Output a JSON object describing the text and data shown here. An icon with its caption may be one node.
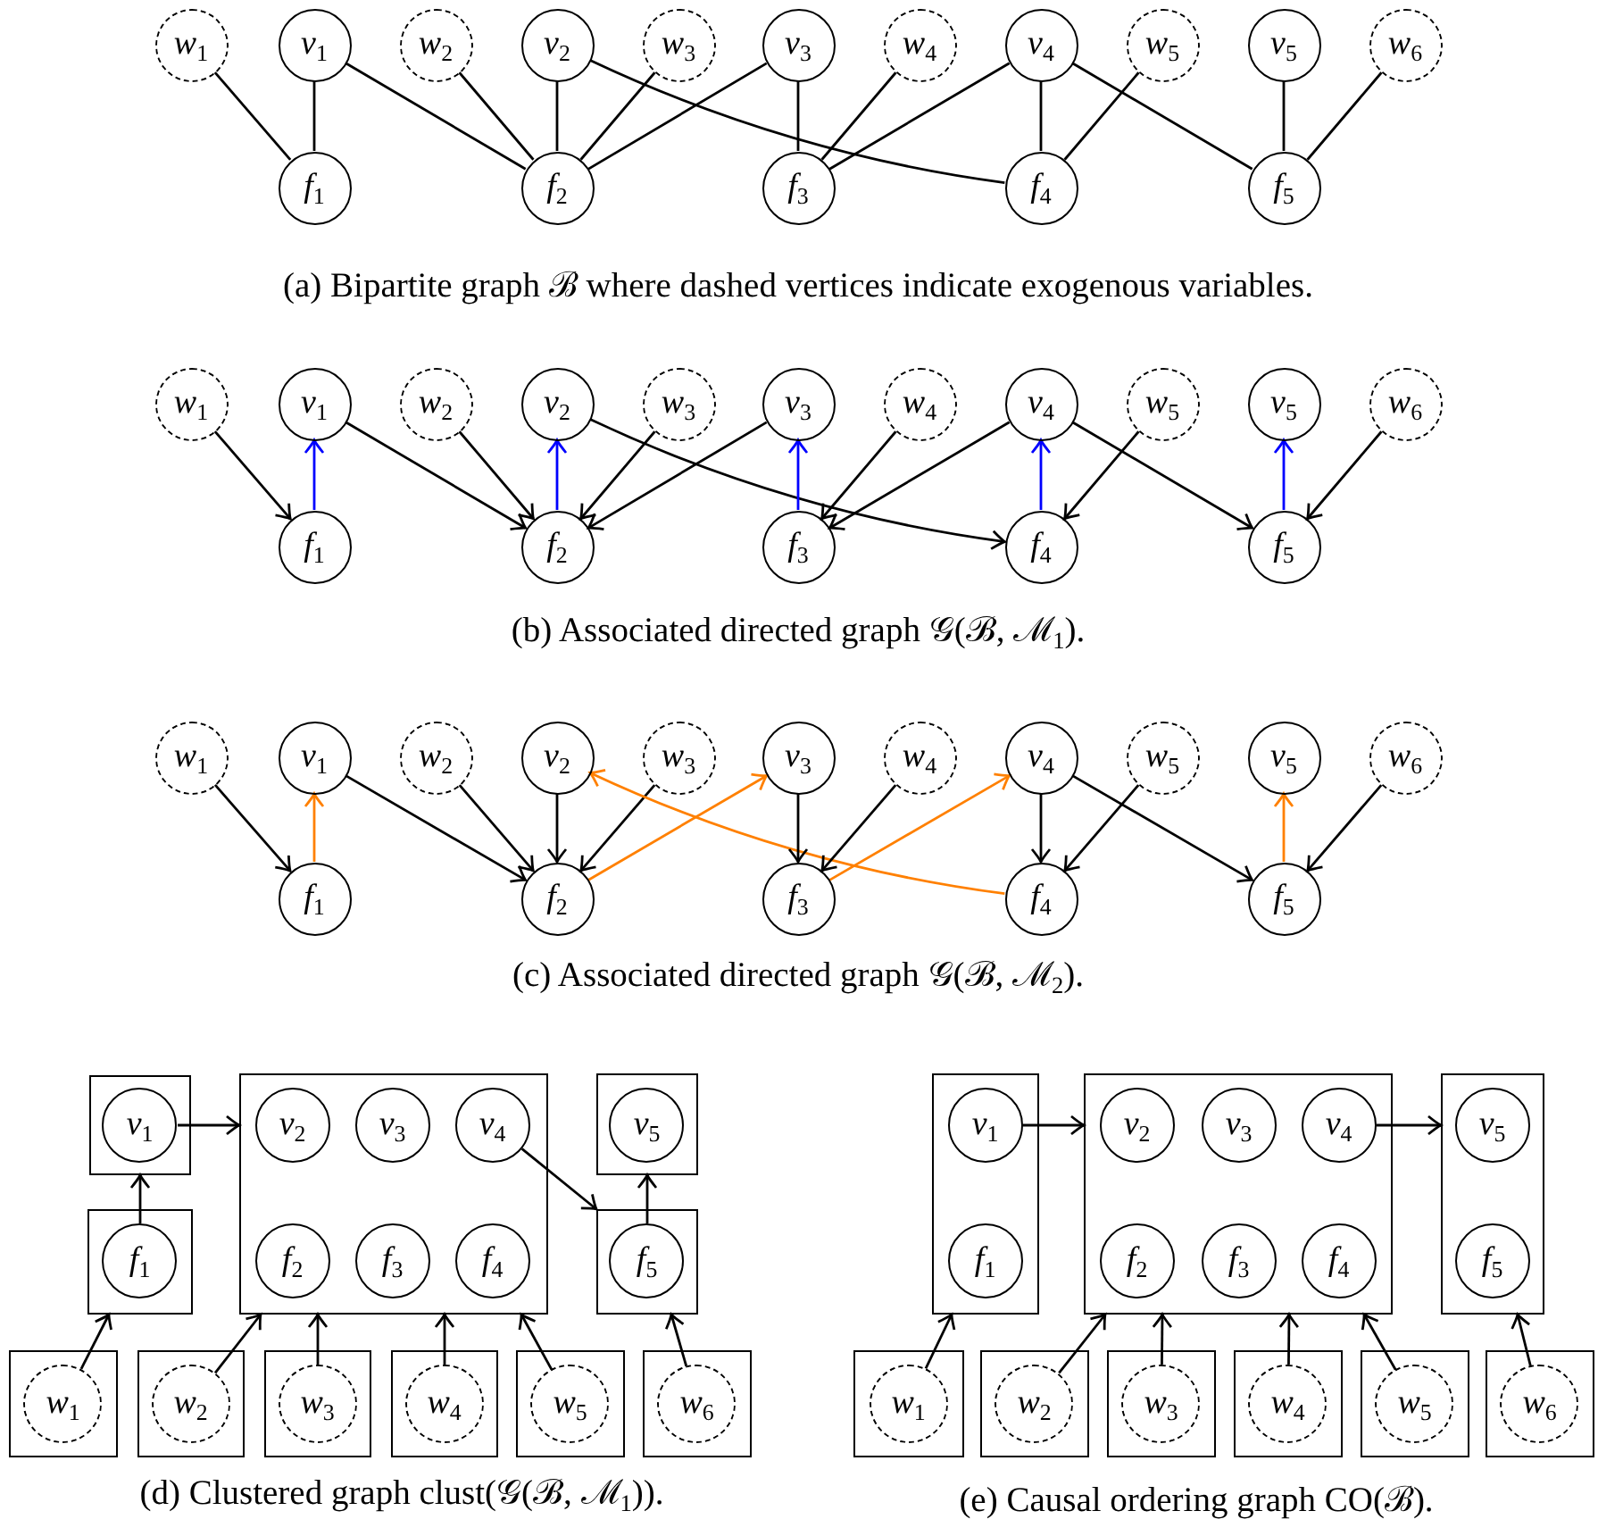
{
  "diagram": {
    "nodes": [
      {
        "text": [
          "w$_{1}$"
        ]
      },
      {
        "text": [
          "v$_{1}$"
        ]
      },
      {
        "text": [
          "w$_{2}$"
        ]
      },
      {
        "text": [
          "v$_{2}$"
        ]
      },
      {
        "text": [
          "w$_{3}$"
        ]
      },
      {
        "text": [
          "v$_{3}$"
        ]
      },
      {
        "text": [
          "w$_{4}$"
        ]
      },
      {
        "text": [
          "v$_{4}$"
        ]
      },
      {
        "text": [
          "w$_{5}$"
        ]
      },
      {
        "text": [
          "v$_{5}$"
        ]
      },
      {
        "text": [
          "w$_{6}$"
        ]
      },
      {
        "text": [
          "f$_{1}$"
        ]
      },
      {
        "text": [
          "f$_{2}$"
        ]
      },
      {
        "text": [
          "f$_{3}$"
        ]
      },
      {
        "text": [
          "f$_{4}$"
        ]
      },
      {
        "text": [
          "f$_{5}$"
        ]
      },
      {
        "text": [
          "w$_{1}$"
        ]
      },
      {
        "text": [
          "v$_{1}$"
        ]
      },
      {
        "text": [
          "w$_{2}$"
        ]
      },
      {
        "text": [
          "v$_{2}$"
        ]
      },
      {
        "text": [
          "w$_{3}$"
        ]
      },
      {
        "text": [
          "v$_{3}$"
        ]
      },
      {
        "text": [
          "w$_{4}$"
        ]
      },
      {
        "text": [
          "v$_{4}$"
        ]
      },
      {
        "text": [
          "w$_{5}$"
        ]
      },
      {
        "text": [
          "v$_{5}$"
        ]
      },
      {
        "text": [
          "w$_{6}$"
        ]
      },
      {
        "text": [
          "f$_{1}$"
        ]
      },
      {
        "text": [
          "f$_{2}$"
        ]
      },
      {
        "text": [
          "f$_{3}$"
        ]
      },
      {
        "text": [
          "f$_{4}$"
        ]
      },
      {
        "text": [
          "f$_{5}$"
        ]
      },
      {
        "text": [
          "w$_{1}$"
        ]
      },
      {
        "text": [
          "v$_{1}$"
        ]
      },
      {
        "text": [
          "w$_{2}$"
        ]
      },
      {
        "text": [
          "v$_{2}$"
        ]
      },
      {
        "text": [
          "w$_{3}$"
        ]
      },
      {
        "text": [
          "v$_{3}$"
        ]
      },
      {
        "text": [
          "w$_{4}$"
        ]
      },
      {
        "text": [
          "v$_{4}$"
        ]
      },
      {
        "text": [
          "w$_{5}$"
        ]
      },
      {
        "text": [
          "v$_{5}$"
        ]
      },
      {
        "text": [
          "w$_{6}$"
        ]
      },
      {
        "text": [
          "f$_{1}$"
        ]
      },
      {
        "text": [
          "f$_{2}$"
        ]
      },
      {
        "text": [
          "f$_{3}$"
        ]
      },
      {
        "text": [
          "f$_{4}$"
        ]
      },
      {
        "text": [
          "f$_{5}$"
        ]
      },
      {
        "text": [],
        "shape": "box"
      },
      {
        "text": [
          "v$_{1}$"
        ],
        "in": 48
      },
      {
        "text": [],
        "shape": "box"
      },
      {
        "text": [
          "v$_{2}$"
        ],
        "in": 50
      },
      {
        "text": [
          "v$_{3}$"
        ],
        "in": 50
      },
      {
        "text": [
          "v$_{4}$"
        ],
        "in": 50
      },
      {
        "text": [
          "f$_{2}$"
        ],
        "in": 50
      },
      {
        "text": [
          "f$_{3}$"
        ],
        "in": 50
      },
      {
        "text": [
          "f$_{4}$"
        ],
        "in": 50
      },
      {
        "text": [],
        "shape": "box"
      },
      {
        "text": [
          "v$_{5}$"
        ],
        "in": 57
      },
      {
        "text": [],
        "shape": "box"
      },
      {
        "text": [
          "f$_{1}$"
        ],
        "in": 59
      },
      {
        "text": [],
        "shape": "box"
      },
      {
        "text": [
          "f$_{5}$"
        ],
        "in": 61
      },
      {
        "text": [],
        "shape": "box"
      },
      {
        "text": [
          "w$_{1}$"
        ],
        "in": 63
      },
      {
        "text": [],
        "shape": "box"
      },
      {
        "text": [
          "w$_{2}$"
        ],
        "in": 65
      },
      {
        "text": [],
        "shape": "box"
      },
      {
        "text": [
          "w$_{3}$"
        ],
        "in": 67
      },
      {
        "text": [],
        "shape": "box"
      },
      {
        "text": [
          "w$_{4}$"
        ],
        "in": 69
      },
      {
        "text": [],
        "shape": "box"
      },
      {
        "text": [
          "w$_{5}$"
        ],
        "in": 71
      },
      {
        "text": [],
        "shape": "box"
      },
      {
        "text": [
          "w$_{6}$"
        ],
        "in": 73
      },
      {
        "text": [],
        "shape": "box"
      },
      {
        "text": [
          "v$_{1}$"
        ],
        "in": 75
      },
      {
        "text": [
          "f$_{1}$"
        ],
        "in": 75
      },
      {
        "text": [],
        "shape": "box"
      },
      {
        "text": [
          "v$_{2}$"
        ],
        "in": 78
      },
      {
        "text": [
          "v$_{3}$"
        ],
        "in": 78
      },
      {
        "text": [
          "v$_{4}$"
        ],
        "in": 78
      },
      {
        "text": [
          "f$_{2}$"
        ],
        "in": 78
      },
      {
        "text": [
          "f$_{3}$"
        ],
        "in": 78
      },
      {
        "text": [
          "f$_{4}$"
        ],
        "in": 78
      },
      {
        "text": [],
        "shape": "box"
      },
      {
        "text": [
          "v$_{5}$"
        ],
        "in": 85
      },
      {
        "text": [
          "f$_{5}$"
        ],
        "in": 85
      },
      {
        "text": [],
        "shape": "box"
      },
      {
        "text": [
          "w$_{1}$"
        ],
        "in": 88
      },
      {
        "text": [],
        "shape": "box"
      },
      {
        "text": [
          "w$_{2}$"
        ],
        "in": 90
      },
      {
        "text": [],
        "shape": "box"
      },
      {
        "text": [
          "w$_{3}$"
        ],
        "in": 92
      },
      {
        "text": [],
        "shape": "box"
      },
      {
        "text": [
          "w$_{4}$"
        ],
        "in": 94
      },
      {
        "text": [],
        "shape": "box"
      },
      {
        "text": [
          "w$_{5}$"
        ],
        "in": 96
      },
      {
        "text": [],
        "shape": "box"
      },
      {
        "text": [
          "w$_{6}$"
        ],
        "in": 98
      }
    ],
    "edges": [
      {
        "from": 0,
        "to": 11,
        "arrow": "none"
      },
      {
        "from": 1,
        "to": 11,
        "arrow": "none"
      },
      {
        "from": 1,
        "to": 12,
        "arrow": "none"
      },
      {
        "from": 2,
        "to": 12,
        "arrow": "none"
      },
      {
        "from": 3,
        "to": 12,
        "arrow": "none"
      },
      {
        "from": 4,
        "to": 12,
        "arrow": "none"
      },
      {
        "from": 5,
        "to": 12,
        "arrow": "none"
      },
      {
        "from": 3,
        "to": 14,
        "arrow": "none"
      },
      {
        "from": 5,
        "to": 13,
        "arrow": "none"
      },
      {
        "from": 6,
        "to": 13,
        "arrow": "none"
      },
      {
        "from": 7,
        "to": 13,
        "arrow": "none"
      },
      {
        "from": 7,
        "to": 14,
        "arrow": "none"
      },
      {
        "from": 8,
        "to": 14,
        "arrow": "none"
      },
      {
        "from": 7,
        "to": 15,
        "arrow": "none"
      },
      {
        "from": 9,
        "to": 15,
        "arrow": "none"
      },
      {
        "from": 10,
        "to": 15,
        "arrow": "none"
      },
      {
        "from": 16,
        "to": 27,
        "arrow": "to"
      },
      {
        "from": 27,
        "to": 17,
        "arrow": "to",
        "color": "#0000ff"
      },
      {
        "from": 17,
        "to": 28,
        "arrow": "to"
      },
      {
        "from": 18,
        "to": 28,
        "arrow": "to"
      },
      {
        "from": 28,
        "to": 19,
        "arrow": "to",
        "color": "#0000ff"
      },
      {
        "from": 20,
        "to": 28,
        "arrow": "to"
      },
      {
        "from": 21,
        "to": 28,
        "arrow": "to"
      },
      {
        "from": 19,
        "to": 30,
        "arrow": "to"
      },
      {
        "from": 29,
        "to": 21,
        "arrow": "to",
        "color": "#0000ff"
      },
      {
        "from": 22,
        "to": 29,
        "arrow": "to"
      },
      {
        "from": 23,
        "to": 29,
        "arrow": "to"
      },
      {
        "from": 30,
        "to": 23,
        "arrow": "to",
        "color": "#0000ff"
      },
      {
        "from": 24,
        "to": 30,
        "arrow": "to"
      },
      {
        "from": 23,
        "to": 31,
        "arrow": "to"
      },
      {
        "from": 31,
        "to": 25,
        "arrow": "to",
        "color": "#0000ff"
      },
      {
        "from": 26,
        "to": 31,
        "arrow": "to"
      },
      {
        "from": 32,
        "to": 43,
        "arrow": "to"
      },
      {
        "from": 43,
        "to": 33,
        "arrow": "to",
        "color": "#ff8000"
      },
      {
        "from": 33,
        "to": 44,
        "arrow": "to"
      },
      {
        "from": 34,
        "to": 44,
        "arrow": "to"
      },
      {
        "from": 35,
        "to": 44,
        "arrow": "to"
      },
      {
        "from": 36,
        "to": 44,
        "arrow": "to"
      },
      {
        "from": 44,
        "to": 37,
        "arrow": "to",
        "color": "#ff8000"
      },
      {
        "from": 46,
        "to": 35,
        "arrow": "to",
        "color": "#ff8000"
      },
      {
        "from": 37,
        "to": 45,
        "arrow": "to"
      },
      {
        "from": 38,
        "to": 45,
        "arrow": "to"
      },
      {
        "from": 45,
        "to": 39,
        "arrow": "to",
        "color": "#ff8000"
      },
      {
        "from": 39,
        "to": 46,
        "arrow": "to"
      },
      {
        "from": 40,
        "to": 46,
        "arrow": "to"
      },
      {
        "from": 39,
        "to": 47,
        "arrow": "to"
      },
      {
        "from": 47,
        "to": 41,
        "arrow": "to",
        "color": "#ff8000"
      },
      {
        "from": 42,
        "to": 47,
        "arrow": "to"
      },
      {
        "from": 60,
        "to": 48,
        "arrow": "to"
      },
      {
        "from": 49,
        "to": 50,
        "arrow": "to"
      },
      {
        "from": 53,
        "to": 61,
        "arrow": "to"
      },
      {
        "from": 62,
        "to": 57,
        "arrow": "to"
      },
      {
        "from": 64,
        "to": 59,
        "arrow": "to"
      },
      {
        "from": 66,
        "to": 50,
        "arrow": "to"
      },
      {
        "from": 68,
        "to": 50,
        "arrow": "to"
      },
      {
        "from": 70,
        "to": 50,
        "arrow": "to"
      },
      {
        "from": 72,
        "to": 50,
        "arrow": "to"
      },
      {
        "from": 74,
        "to": 61,
        "arrow": "to"
      },
      {
        "from": 76,
        "to": 78,
        "arrow": "to"
      },
      {
        "from": 81,
        "to": 85,
        "arrow": "to"
      },
      {
        "from": 89,
        "to": 75,
        "arrow": "to"
      },
      {
        "from": 91,
        "to": 78,
        "arrow": "to"
      },
      {
        "from": 93,
        "to": 78,
        "arrow": "to"
      },
      {
        "from": 95,
        "to": 78,
        "arrow": "to"
      },
      {
        "from": 97,
        "to": 78,
        "arrow": "to"
      },
      {
        "from": 99,
        "to": 85,
        "arrow": "to"
      }
    ],
    "labels": [
      "(a) Bipartite graph ℬ where dashed vertices indicate exogenous variables.",
      "(b) Associated directed graph 𝒢(ℬ, ℳ$_{1}$).",
      "(c) Associated directed graph 𝒢(ℬ, ℳ$_{2}$).",
      "(d) Clustered graph clust(𝒢(ℬ, ℳ$_{1}$)).",
      "(e) Causal ordering graph CO(ℬ)."
    ]
  }
}
